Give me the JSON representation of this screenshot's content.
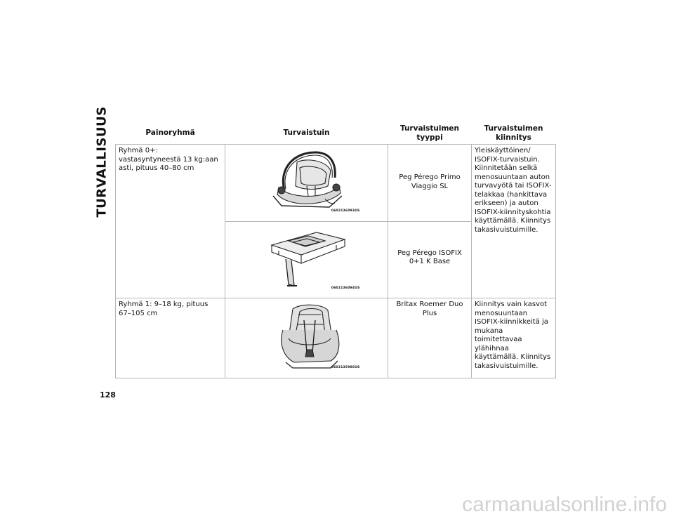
{
  "section_title": "TURVALLISUUS",
  "page_number": "128",
  "table": {
    "headers": [
      "Painoryhmä",
      "Turvaistuin",
      "Turvaistuimen tyyppi",
      "Turvaistuimen kiinnitys"
    ],
    "rows": [
      {
        "group": "Ryhmä 0+: vastasyntyneestä 13 kg:aan asti, pituus 40–80 cm",
        "seats": [
          {
            "image": "infant-carrier-seat-illustration",
            "figure_code": "0602136093US",
            "type": "Peg Pérego Primo Viaggio SL"
          },
          {
            "image": "isofix-base-illustration",
            "figure_code": "0602136094US",
            "type": "Peg Pérego ISOFIX 0+1 K Base"
          }
        ],
        "attachment": "Yleiskäyttöinen/ ISOFIX-turvaistuin. Kiinnitetään selkä menosuuntaan auton turvavyötä tai ISOFIX-telakkaa (hankittava erikseen) ja auton ISOFIX-kiinnityskohtia käyttämällä. Kiinnitys takasivuistuimille."
      },
      {
        "group": "Ryhmä 1: 9–18 kg, pituus 67–105 cm",
        "seats": [
          {
            "image": "toddler-seat-illustration",
            "figure_code": "0602135986US",
            "type": "Britax Roemer Duo Plus"
          }
        ],
        "attachment": "Kiinnitys vain kasvot menosuuntaan ISOFIX-kiinnikkeitä ja mukana toimitettavaa ylähihnaa käyttämällä. Kiinnitys takasivuistuimille."
      }
    ]
  },
  "watermark": "carmanualsonline.info"
}
